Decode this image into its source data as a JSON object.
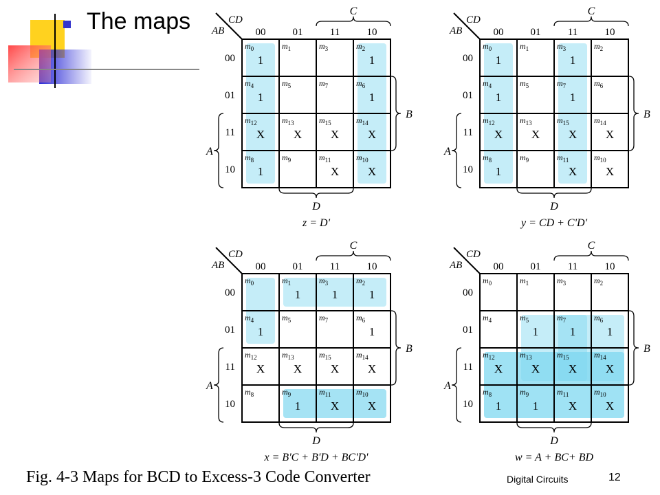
{
  "slide": {
    "title": "The maps",
    "caption": "Fig. 4-3  Maps for BCD to Excess-3 Code Converter",
    "footer": "Digital Circuits",
    "page_number": "12"
  },
  "axis": {
    "row_var": "AB",
    "col_var": "CD",
    "col_labels": [
      "00",
      "01",
      "11",
      "10"
    ],
    "row_labels": [
      "00",
      "01",
      "11",
      "10"
    ],
    "brace_c": "C",
    "brace_b": "B",
    "brace_a": "A",
    "brace_d": "D"
  },
  "minterms": [
    [
      "0",
      "1",
      "3",
      "2"
    ],
    [
      "4",
      "5",
      "7",
      "6"
    ],
    [
      "12",
      "13",
      "15",
      "14"
    ],
    [
      "8",
      "9",
      "11",
      "10"
    ]
  ],
  "colors": {
    "highlight": "#7fd8f0",
    "grid": "#000000"
  },
  "maps": [
    {
      "id": "z",
      "equation": "z = D'",
      "cells": [
        [
          "1",
          "",
          "",
          "1"
        ],
        [
          "1",
          "",
          "",
          "1"
        ],
        [
          "X",
          "X",
          "X",
          "X"
        ],
        [
          "1",
          "",
          "X",
          "X"
        ]
      ]
    },
    {
      "id": "y",
      "equation": "y = CD + C'D'",
      "cells": [
        [
          "1",
          "",
          "1",
          ""
        ],
        [
          "1",
          "",
          "1",
          ""
        ],
        [
          "X",
          "X",
          "X",
          "X"
        ],
        [
          "1",
          "",
          "X",
          "X"
        ]
      ]
    },
    {
      "id": "x",
      "equation": "x = B'C + B'D + BC'D'",
      "cells": [
        [
          "",
          "1",
          "1",
          "1"
        ],
        [
          "1",
          "",
          "",
          "1"
        ],
        [
          "X",
          "X",
          "X",
          "X"
        ],
        [
          "",
          "1",
          "X",
          "X"
        ]
      ]
    },
    {
      "id": "w",
      "equation": "w = A + BC+ BD",
      "cells": [
        [
          "",
          "",
          "",
          ""
        ],
        [
          "",
          "1",
          "1",
          "1"
        ],
        [
          "X",
          "X",
          "X",
          "X"
        ],
        [
          "1",
          "1",
          "X",
          "X"
        ]
      ]
    }
  ]
}
